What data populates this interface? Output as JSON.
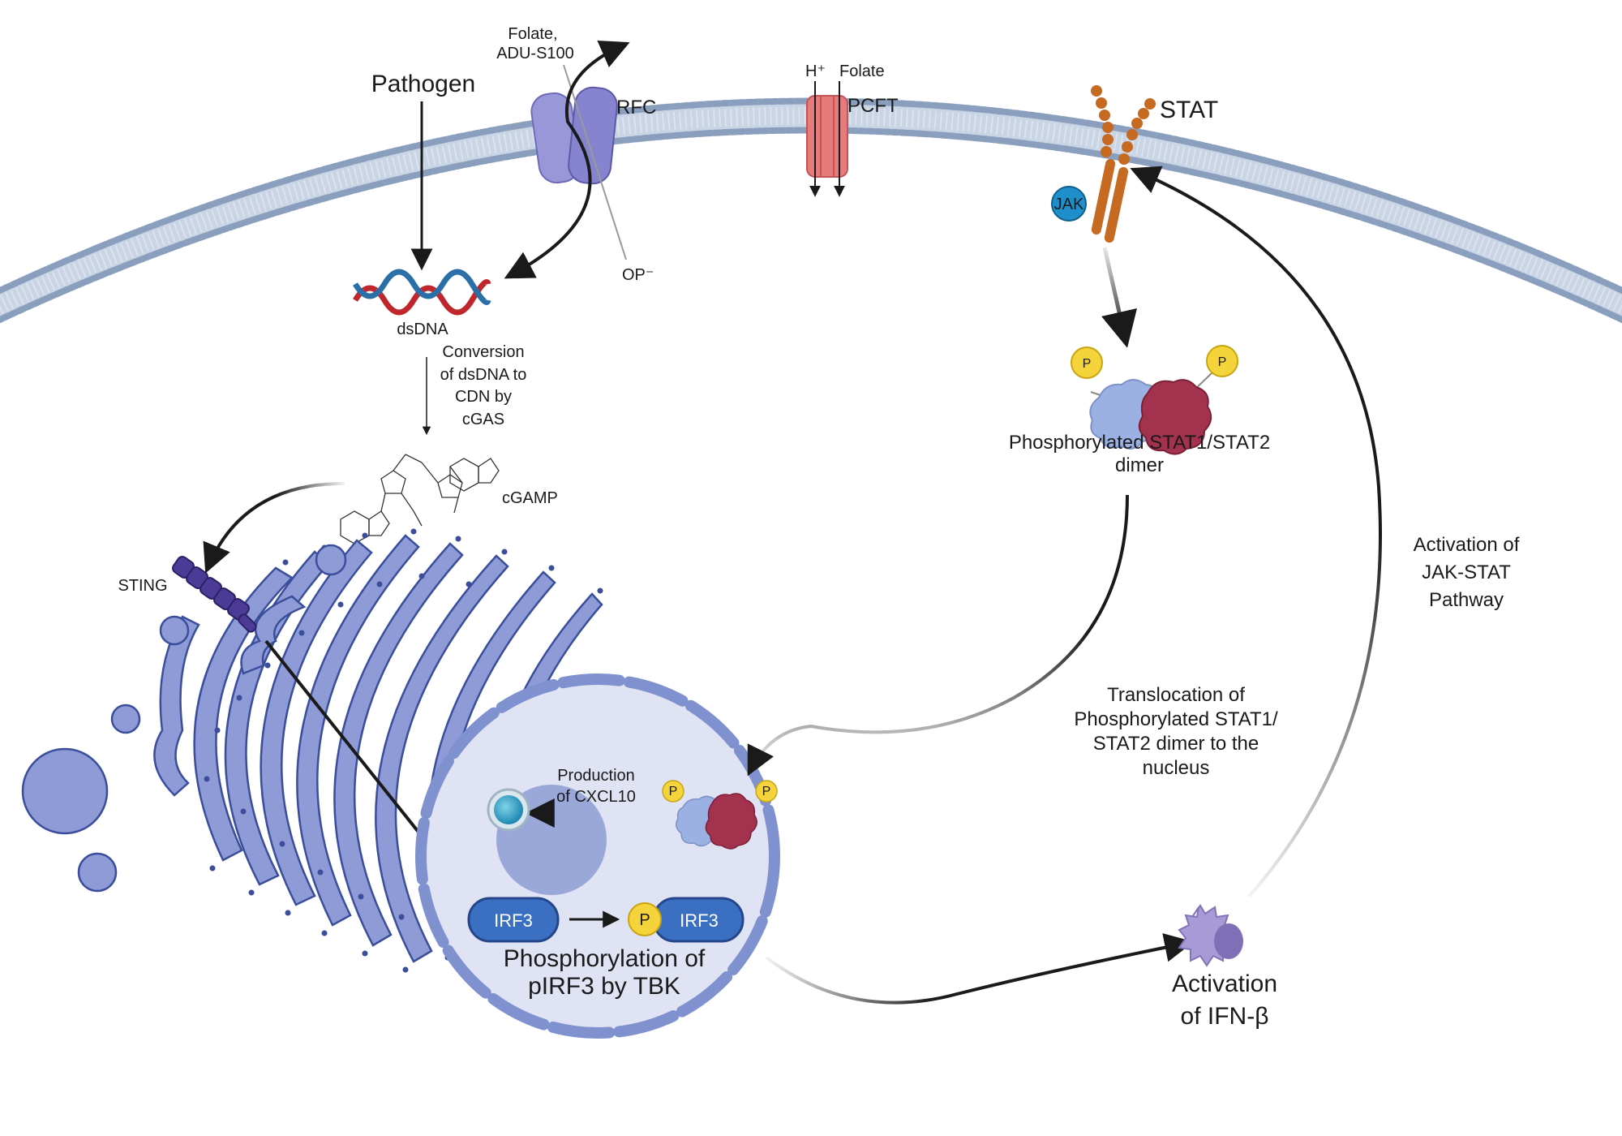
{
  "labels": {
    "pathogen": "Pathogen",
    "folate_adu_line1": "Folate,",
    "folate_adu_line2": "ADU-S100",
    "rfc": "RFC",
    "h_plus": "H⁺",
    "folate": "Folate",
    "pcft": "PCFT",
    "stat": "STAT",
    "jak": "JAK",
    "op_minus": "OP⁻",
    "dsdna": "dsDNA",
    "conversion": [
      "Conversion",
      "of dsDNA to",
      "CDN by",
      "cGAS"
    ],
    "cgamp": "cGAMP",
    "sting": "STING",
    "p": "P",
    "phospho_dimer": [
      "Phosphorylated STAT1/STAT2",
      "dimer"
    ],
    "activation_jakstat": [
      "Activation of",
      "JAK-STAT",
      "Pathway"
    ],
    "translocation": [
      "Translocation of",
      "Phosphorylated STAT1/",
      "STAT2 dimer to the",
      "nucleus"
    ],
    "production_cxcl10": [
      "Production",
      "of CXCL10"
    ],
    "irf3": "IRF3",
    "phosphorylation_irf3": [
      "Phosphorylation of",
      "pIRF3 by TBK"
    ],
    "activation_ifn": [
      "Activation",
      "of IFN-β"
    ]
  },
  "colors": {
    "membrane_head": "#8a9fbd",
    "membrane_tail": "#c9d4e4",
    "rfc": "#9a97d9",
    "pcft": "#e77b7b",
    "stat_receptor": "#c66a22",
    "jak": "#1f8fcc",
    "dna_red": "#c0272d",
    "dna_blue": "#2a6fa8",
    "sting": "#4b3a96",
    "er": "#8e9bd6",
    "er_edge": "#3a4e9c",
    "nucleus": "#dfe3f3",
    "nucleus_edge": "#7f92cf",
    "nucleolus": "#9aa7d9",
    "irf3": "#3b6fc1",
    "phospho": "#f5d33b",
    "stat1": "#9bb1e3",
    "stat2": "#a3324f",
    "cxcl10": "#39a6c9",
    "ifn_cell": "#a79ad6"
  }
}
